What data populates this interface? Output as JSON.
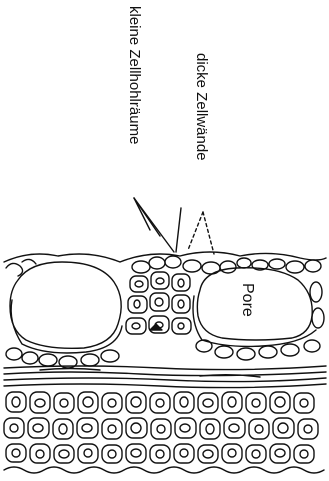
{
  "labels": {
    "small_lumens": "kleine Zellhohlräume",
    "thick_walls": "dicke Zellwände",
    "pore": "Pore"
  },
  "colors": {
    "ink": "#111111",
    "background": "#ffffff"
  }
}
